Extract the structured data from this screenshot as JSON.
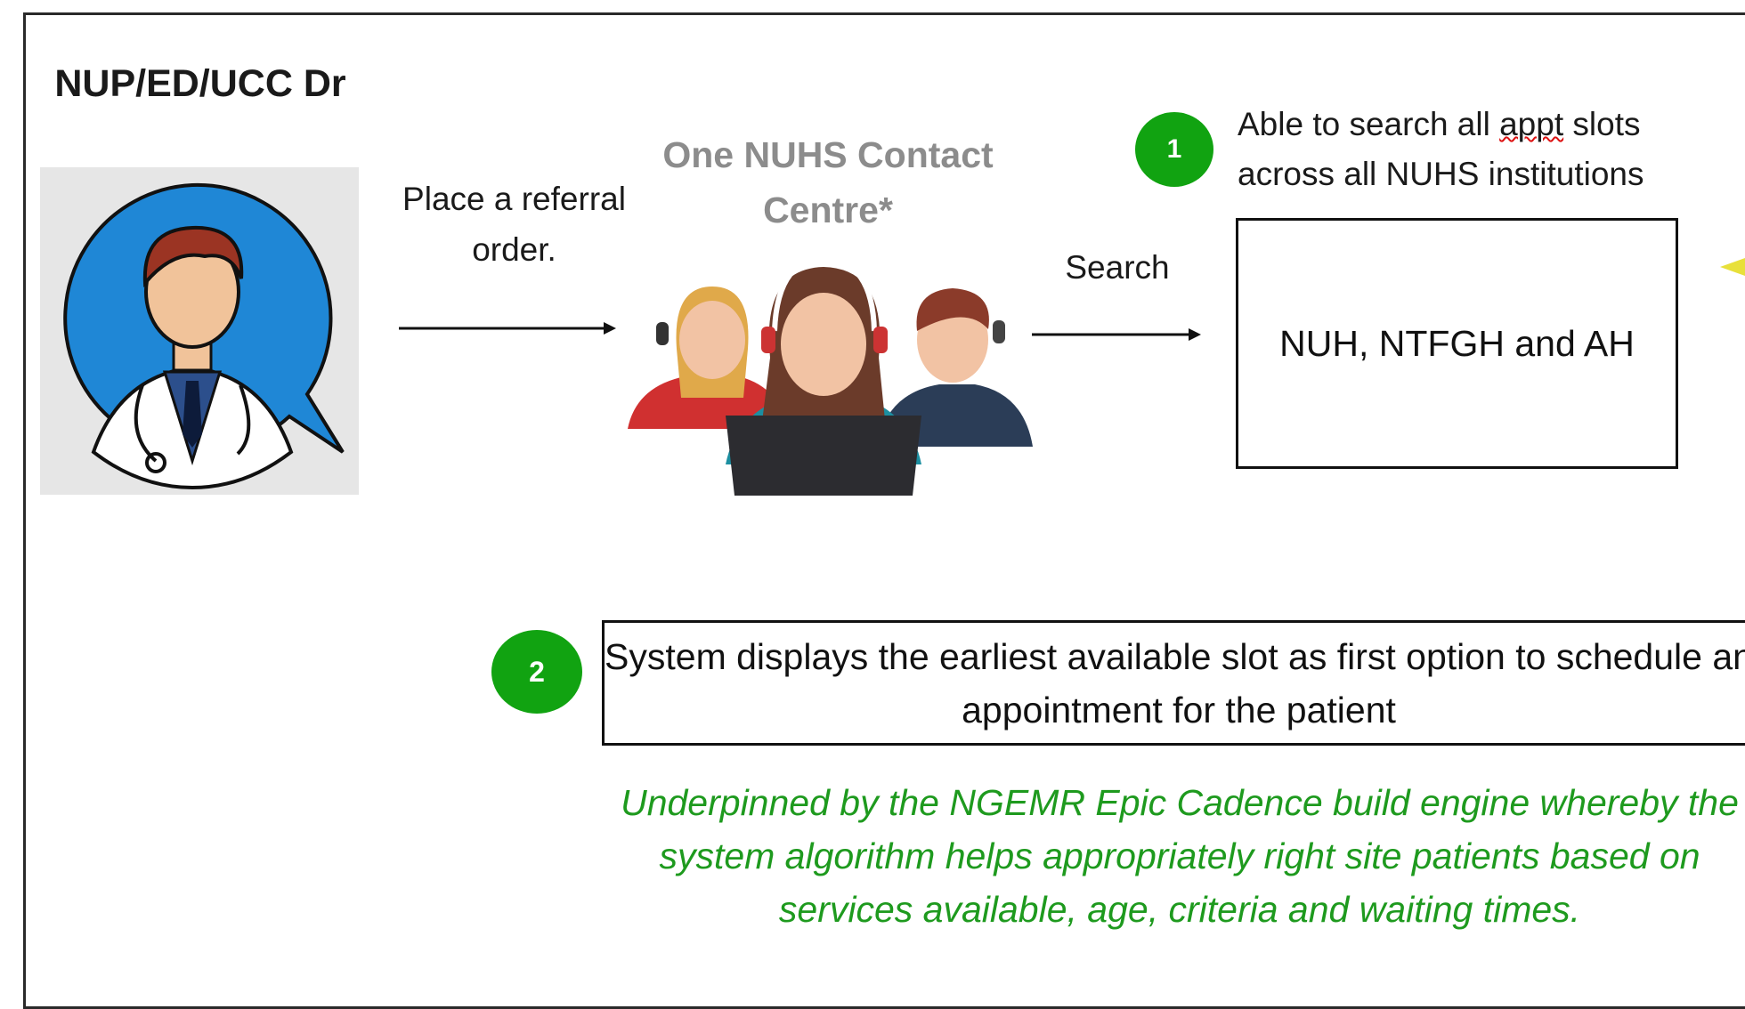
{
  "doctor": {
    "title": "NUP/ED/UCC Dr"
  },
  "referral": {
    "label": "Place a referral order."
  },
  "contact_centre": {
    "title": "One NUHS Contact Centre*"
  },
  "search": {
    "label": "Search"
  },
  "step1": {
    "badge": "1",
    "ability_line1": "Able to search all ",
    "ability_word": "appt",
    "ability_line1_end": " slots",
    "ability_line2": "across all NUHS institutions",
    "institutions": "NUH, NTFGH and AH"
  },
  "step2": {
    "badge": "2",
    "text": "System displays the earliest available slot as first option to schedule an appointment for the patient"
  },
  "note": {
    "text": "Underpinned by the NGEMR Epic Cadence build engine whereby the system algorithm helps appropriately right site patients based on services available, age, criteria and waiting times."
  },
  "colors": {
    "badge": "#11a311",
    "note": "#1e9a1e",
    "centre_title": "#8c8c8c",
    "doctor_bubble": "#1f87d6"
  }
}
